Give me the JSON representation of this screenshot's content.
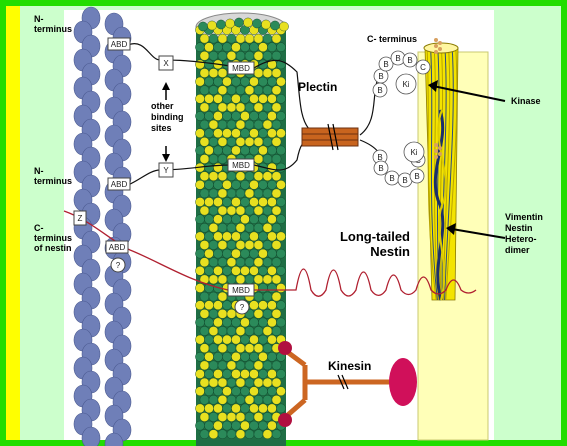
{
  "colors": {
    "outer_border": "#22dd00",
    "left_panel": "#ffff00",
    "background": "#ccffcc",
    "plectin_rod": "#c8641e",
    "nestin_tail": "#b02030",
    "kinesin": "#d0105a",
    "kinesin_stalk": "#cc6622",
    "microtubule_green": "#2b8a5a",
    "microtubule_yellow": "#e8e020",
    "actin": "#6f7fb8",
    "if_column": "#ffffb8"
  },
  "labels": {
    "n_terminus_top": "N-\nterminus",
    "n_terminus_mid": "N-\nterminus",
    "c_terminus_nestin": "C-\nterminus\nof nestin",
    "c_terminus_top": "C- terminus",
    "plectin": "Plectin",
    "other_binding_sites": "other\nbinding\nsites",
    "kinase": "Kinase",
    "vimentin": "Vimentin\nNestin\nHetero-\ndimer",
    "long_tailed_nestin": "Long-tailed\nNestin",
    "kinesin": "Kinesin"
  },
  "boxes": {
    "abd": "ABD",
    "mbd": "MBD",
    "x": "X",
    "y": "Y",
    "z": "Z",
    "q": "?"
  },
  "bubbles": {
    "b": "B",
    "c": "C",
    "ki": "Ki"
  }
}
